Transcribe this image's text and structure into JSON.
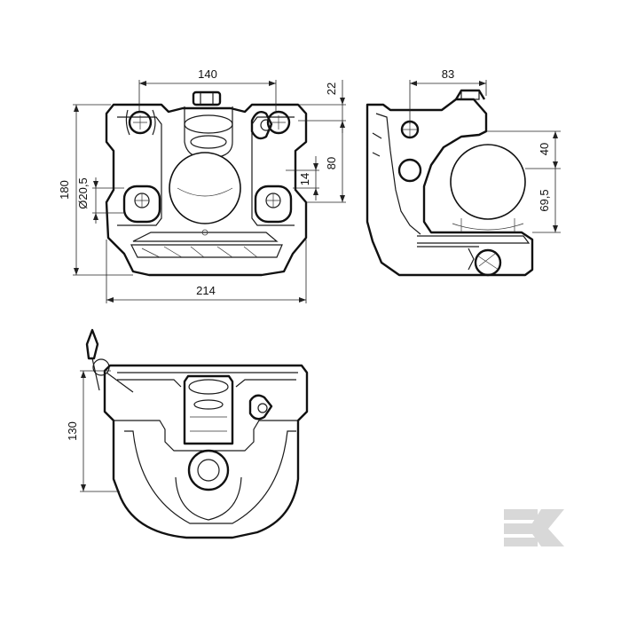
{
  "views": {
    "front": {
      "dims": {
        "width_top": "140",
        "height_total": "180",
        "hole_diameter": "Ø20,5",
        "width_base": "214",
        "offset_top": "22",
        "height_mid": "80",
        "offset_small": "14"
      }
    },
    "side": {
      "dims": {
        "depth": "83",
        "ball_offset": "40",
        "ball_height": "69,5"
      }
    },
    "bottom": {
      "dims": {
        "height": "130"
      }
    }
  },
  "logo": {
    "name": "k-logo-watermark",
    "color": "#d8d8d8"
  },
  "colors": {
    "line": "#1a1a1a",
    "background": "#ffffff"
  }
}
